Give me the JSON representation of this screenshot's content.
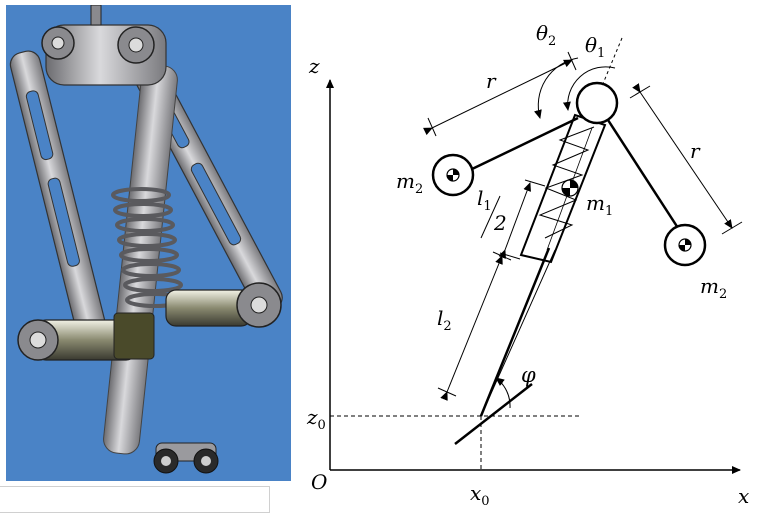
{
  "figure": {
    "axis_z": "z",
    "axis_x": "x",
    "origin": "O",
    "z0_base": "z",
    "z0_sub": "0",
    "x0_base": "x",
    "x0_sub": "0",
    "r_top": "r",
    "r_right": "r",
    "theta2_base": "θ",
    "theta2_sub": "2",
    "theta1_base": "θ",
    "theta1_sub": "1",
    "m2_left_base": "m",
    "m2_left_sub": "2",
    "m2_right_base": "m",
    "m2_right_sub": "2",
    "m1_base": "m",
    "m1_sub": "1",
    "l1_half_num_base": "l",
    "l1_half_num_sub": "1",
    "l1_half_den": "2",
    "l2_base": "l",
    "l2_sub": "2",
    "phi": "φ"
  },
  "colors": {
    "photo_background": "#4a83c6",
    "ink": "#000000"
  }
}
